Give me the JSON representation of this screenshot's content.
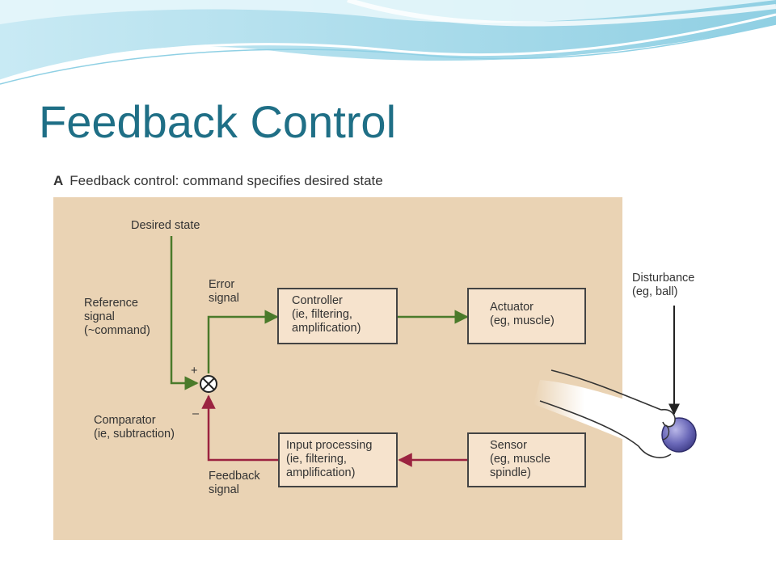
{
  "slide": {
    "title": "Feedback Control"
  },
  "figure": {
    "panel_letter": "A",
    "caption": "Feedback control: command specifies desired state"
  },
  "labels": {
    "desired_state": "Desired state",
    "reference_signal": [
      "Reference",
      "signal",
      "(~command)"
    ],
    "error_signal": [
      "Error",
      "signal"
    ],
    "comparator": [
      "Comparator",
      "(ie, subtraction)"
    ],
    "feedback_signal": [
      "Feedback",
      "signal"
    ],
    "disturbance": [
      "Disturbance",
      "(eg, ball)"
    ],
    "plus": "+",
    "minus": "–"
  },
  "blocks": {
    "controller": [
      "Controller",
      "(ie, filtering,",
      "amplification)"
    ],
    "actuator": [
      "Actuator",
      "(eg, muscle)"
    ],
    "input_processing": [
      "Input processing",
      "(ie, filtering,",
      "amplification)"
    ],
    "sensor": [
      "Sensor",
      "(eg, muscle",
      "spindle)"
    ]
  },
  "colors": {
    "title": "#1f6f86",
    "panel_bg": "#ead3b4",
    "forward_path": "#4a7a2a",
    "feedback_path": "#9b2340",
    "block_border": "#444444"
  },
  "icons": {
    "comparator": "summing-junction-icon",
    "hand": "hand-holding-ball-icon"
  }
}
